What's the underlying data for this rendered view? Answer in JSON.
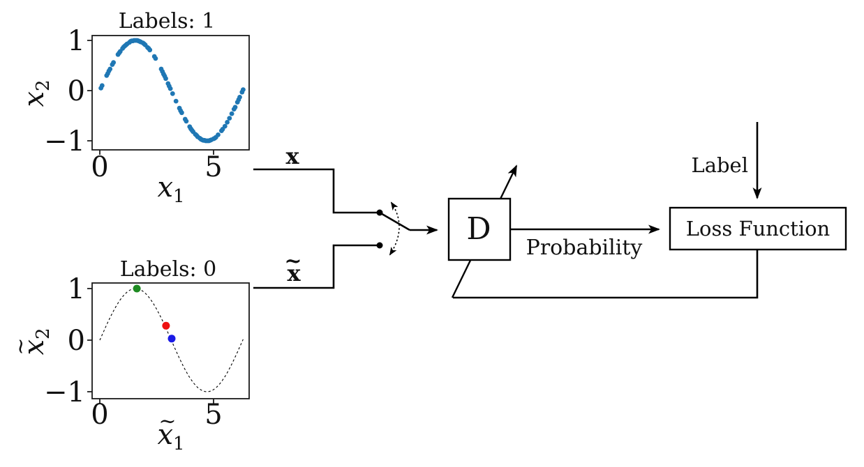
{
  "page": {
    "background": "#ffffff"
  },
  "colors": {
    "line": "#000000",
    "axis": "#1a1a1a",
    "scatter_blue": "#1f77b4",
    "green_point": "#1e8b22",
    "red_point": "#ee1111",
    "blue_point": "#1a1ae6"
  },
  "chart_data": [
    {
      "id": "real-data-plot",
      "type": "scatter",
      "title": "Labels: 1",
      "xlabel": {
        "base": "x",
        "sub": "1"
      },
      "ylabel": {
        "base": "x",
        "sub": "2"
      },
      "xticks": [
        0,
        5
      ],
      "yticks": [
        1,
        0,
        -1
      ],
      "xtick_labels": [
        "0",
        "5"
      ],
      "ytick_labels": [
        "1",
        "0",
        "−1"
      ],
      "xlim": [
        -0.35,
        6.9
      ],
      "ylim": [
        -1.15,
        1.12
      ],
      "grid": false,
      "marker_color": "#1f77b4",
      "points": [
        [
          0.05,
          0.05
        ],
        [
          0.1,
          0.1
        ],
        [
          0.3,
          0.3
        ],
        [
          0.35,
          0.34
        ],
        [
          0.4,
          0.39
        ],
        [
          0.45,
          0.43
        ],
        [
          0.55,
          0.52
        ],
        [
          0.6,
          0.56
        ],
        [
          0.8,
          0.72
        ],
        [
          0.85,
          0.75
        ],
        [
          0.9,
          0.78
        ],
        [
          1.0,
          0.84
        ],
        [
          1.05,
          0.87
        ],
        [
          1.1,
          0.89
        ],
        [
          1.15,
          0.91
        ],
        [
          1.2,
          0.93
        ],
        [
          1.3,
          0.96
        ],
        [
          1.35,
          0.98
        ],
        [
          1.4,
          0.99
        ],
        [
          1.45,
          0.99
        ],
        [
          1.5,
          1.0
        ],
        [
          1.55,
          1.0
        ],
        [
          1.6,
          1.0
        ],
        [
          1.65,
          1.0
        ],
        [
          1.7,
          0.99
        ],
        [
          1.75,
          0.98
        ],
        [
          1.8,
          0.97
        ],
        [
          1.9,
          0.95
        ],
        [
          1.95,
          0.93
        ],
        [
          2.0,
          0.91
        ],
        [
          2.1,
          0.86
        ],
        [
          2.15,
          0.84
        ],
        [
          2.2,
          0.81
        ],
        [
          2.4,
          0.68
        ],
        [
          2.45,
          0.64
        ],
        [
          2.7,
          0.43
        ],
        [
          2.75,
          0.38
        ],
        [
          2.8,
          0.33
        ],
        [
          2.85,
          0.29
        ],
        [
          2.9,
          0.24
        ],
        [
          3.0,
          0.14
        ],
        [
          3.05,
          0.09
        ],
        [
          3.1,
          0.04
        ],
        [
          3.2,
          -0.06
        ],
        [
          3.35,
          -0.21
        ],
        [
          3.5,
          -0.35
        ],
        [
          3.55,
          -0.4
        ],
        [
          3.6,
          -0.44
        ],
        [
          3.75,
          -0.57
        ],
        [
          3.8,
          -0.61
        ],
        [
          3.95,
          -0.72
        ],
        [
          4.0,
          -0.76
        ],
        [
          4.05,
          -0.79
        ],
        [
          4.1,
          -0.82
        ],
        [
          4.2,
          -0.87
        ],
        [
          4.25,
          -0.89
        ],
        [
          4.3,
          -0.92
        ],
        [
          4.4,
          -0.95
        ],
        [
          4.45,
          -0.97
        ],
        [
          4.5,
          -0.98
        ],
        [
          4.55,
          -0.99
        ],
        [
          4.6,
          -0.99
        ],
        [
          4.65,
          -1.0
        ],
        [
          4.7,
          -1.0
        ],
        [
          4.75,
          -1.0
        ],
        [
          4.8,
          -1.0
        ],
        [
          4.85,
          -0.99
        ],
        [
          4.9,
          -0.98
        ],
        [
          5.0,
          -0.96
        ],
        [
          5.05,
          -0.95
        ],
        [
          5.1,
          -0.93
        ],
        [
          5.2,
          -0.88
        ],
        [
          5.35,
          -0.8
        ],
        [
          5.4,
          -0.77
        ],
        [
          5.5,
          -0.71
        ],
        [
          5.6,
          -0.63
        ],
        [
          5.7,
          -0.55
        ],
        [
          5.8,
          -0.46
        ],
        [
          5.9,
          -0.37
        ],
        [
          5.95,
          -0.33
        ],
        [
          6.05,
          -0.23
        ],
        [
          6.1,
          -0.18
        ],
        [
          6.15,
          -0.13
        ],
        [
          6.25,
          -0.03
        ],
        [
          6.3,
          0.02
        ]
      ]
    },
    {
      "id": "generated-data-plot",
      "type": "line",
      "title": "Labels: 0",
      "xlabel": {
        "base": "x",
        "sub": "1",
        "tilde": true
      },
      "ylabel": {
        "base": "x",
        "sub": "2",
        "tilde": true
      },
      "xticks": [
        0,
        5
      ],
      "yticks": [
        1,
        0,
        -1
      ],
      "xtick_labels": [
        "0",
        "5"
      ],
      "ytick_labels": [
        "1",
        "0",
        "−1"
      ],
      "xlim": [
        -0.35,
        6.9
      ],
      "ylim": [
        -1.15,
        1.12
      ],
      "grid": false,
      "curve": {
        "style": "dashed",
        "function": "y = sin(x)",
        "x_range": [
          0,
          6.35
        ],
        "color": "#000000"
      },
      "highlight_points": [
        {
          "x": 1.63,
          "y": 1.0,
          "color": "#1e8b22",
          "name": "green-point"
        },
        {
          "x": 2.91,
          "y": 0.28,
          "color": "#ee1111",
          "name": "red-point"
        },
        {
          "x": 3.16,
          "y": 0.03,
          "color": "#1a1ae6",
          "name": "blue-point"
        }
      ]
    }
  ],
  "diagram": {
    "tilde_glyph": "~",
    "wire_real_label": "x",
    "wire_fake_label": "x",
    "discriminator_label": "D",
    "probability_label": "Probability",
    "loss_function_label": "Loss Function",
    "label_input_label": "Label"
  }
}
